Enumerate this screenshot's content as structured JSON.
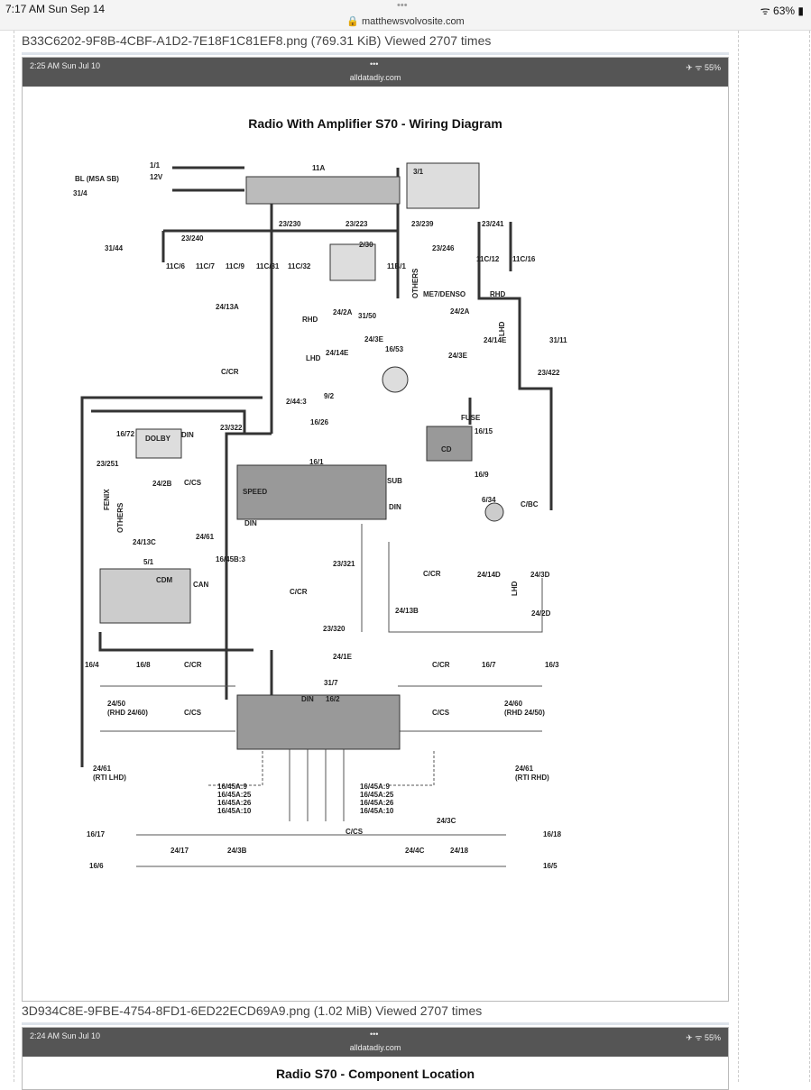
{
  "device_status": {
    "time": "7:17 AM  Sun Sep 14",
    "url": "matthewsvolvosite.com",
    "battery": "63%"
  },
  "attachments": [
    {
      "filename": "B33C6202-9F8B-4CBF-A1D2-7E18F1C81EF8.png (769.31 KiB) Viewed 2707 times",
      "inner_status": {
        "time": "2:25 AM   Sun Jul 10",
        "url": "alldatadiy.com",
        "battery": "✈ ᯤ 55%"
      },
      "title": "Radio With Amplifier S70 - Wiring Diagram"
    },
    {
      "filename": "3D934C8E-9FBE-4754-8FD1-6ED22ECD69A9.png (1.02 MiB) Viewed 2707 times",
      "inner_status": {
        "time": "2:24 AM   Sun Jul 10",
        "url": "alldatadiy.com",
        "battery": "✈ ᯤ 55%"
      },
      "title": "Radio S70 - Component Location"
    }
  ],
  "diagram": {
    "labels": [
      "1/1",
      "12V",
      "BL (MSA SB)",
      "31/4",
      "31/44",
      "11A",
      "3/1",
      "23/230",
      "23/223",
      "23/239",
      "23/241",
      "23/240",
      "2/30",
      "23/246",
      "11C/6",
      "11C/7",
      "11C/9",
      "11C/31",
      "11C/32",
      "11B/1",
      "11C/12",
      "11C/16",
      "OTHERS",
      "ME7/DENSO",
      "RHD",
      "24/13A",
      "31/50",
      "24/2A",
      "RHD",
      "24/2A",
      "24/3E",
      "LHD",
      "24/14E",
      "31/11",
      "24/14E",
      "16/53",
      "LHD",
      "24/3E",
      "23/422",
      "C/CR",
      "2/44:3",
      "9/2",
      "16/26",
      "FUSE",
      "16/15",
      "CD",
      "16/72",
      "DOLBY",
      "DIN",
      "23/322",
      "23/251",
      "16/1",
      "16/9",
      "24/2B",
      "C/CS",
      "SPEED",
      "SUB",
      "6/34",
      "C/BC",
      "DIN",
      "DIN",
      "FENIX",
      "OTHERS",
      "24/61",
      "24/13C",
      "16/45B:3",
      "5/1",
      "CDM",
      "23/321",
      "C/CR",
      "24/14D",
      "24/3D",
      "C/CR",
      "24/13B",
      "24/2D",
      "23/320",
      "24/1E",
      "31/7",
      "16/4",
      "16/8",
      "C/CR",
      "C/CR",
      "16/7",
      "16/3",
      "DIN",
      "16/2",
      "24/50",
      "(RHD 24/60)",
      "C/CS",
      "C/CS",
      "24/60",
      "(RHD 24/50)",
      "24/61",
      "(RTI LHD)",
      "24/61",
      "(RTI RHD)",
      "16/45A:9",
      "16/45A:25",
      "16/45A:26",
      "16/45A:10",
      "16/45A:9",
      "16/45A:25",
      "16/45A:26",
      "16/45A:10",
      "24/3C",
      "C/CS",
      "16/17",
      "16/18",
      "24/17",
      "24/3B",
      "24/4C",
      "24/18",
      "16/6",
      "16/5",
      "CAN",
      "LHD"
    ]
  }
}
